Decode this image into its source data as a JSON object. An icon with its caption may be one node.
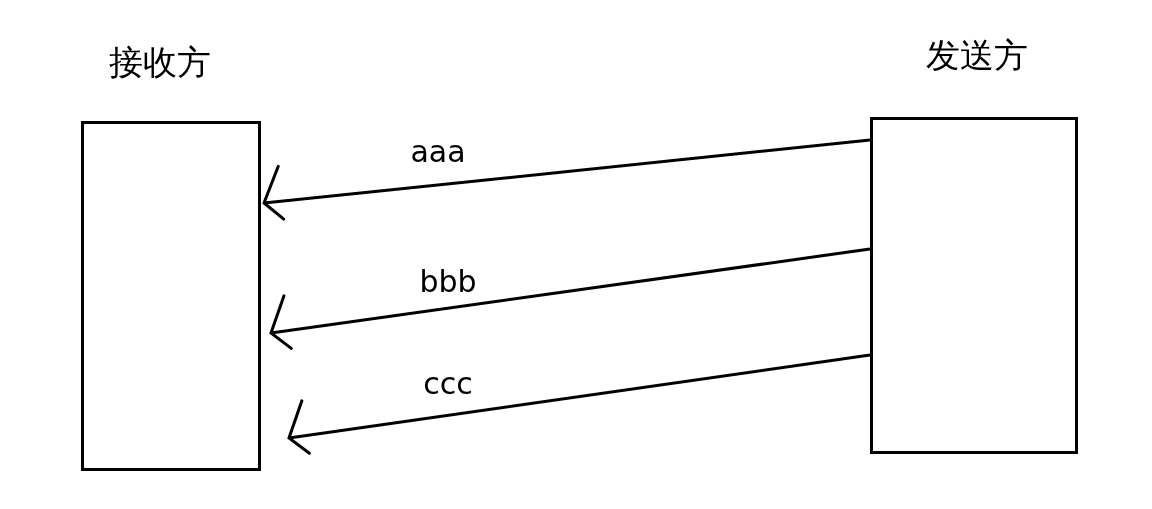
{
  "diagram": {
    "nodes": [
      {
        "text": [
          "接收方"
        ]
      },
      {
        "text": [
          "发送方"
        ]
      }
    ],
    "edges": [
      {
        "from": 1,
        "to": 0,
        "arrow": "to",
        "label": "aaa"
      },
      {
        "from": 1,
        "to": 0,
        "arrow": "to",
        "label": "bbb"
      },
      {
        "from": 1,
        "to": 0,
        "arrow": "to",
        "label": "ccc"
      }
    ]
  }
}
